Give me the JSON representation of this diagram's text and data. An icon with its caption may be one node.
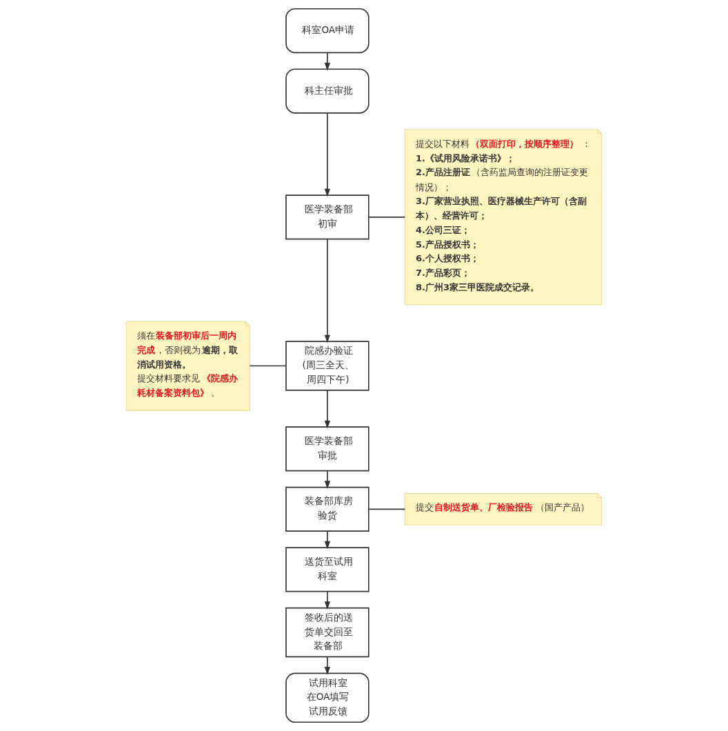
{
  "diagram": {
    "nodes": [
      {
        "text": [
          "科室OA申请"
        ]
      },
      {
        "text": [
          "科主任审批"
        ]
      },
      {
        "text": [
          "医学装备部初审"
        ]
      },
      {
        "text": [
          "院感办验证(周三全天、周四下午)"
        ]
      },
      {
        "text": [
          "医学装备部审批"
        ]
      },
      {
        "text": [
          "装备部库房验货"
        ]
      },
      {
        "text": [
          "送货至试用科室"
        ]
      },
      {
        "text": [
          "签收后的送货单交回至装备部"
        ]
      },
      {
        "text": [
          "试用科室在OA填写试用反馈"
        ]
      },
      {
        "text": [
          "提交以下材料**（双面打印，按顺序整理）**：",
          "1.《试用风险承诺书》；",
          "**2.产品注册证**（含药监局查询的注册证变更情况）；",
          "3.厂家营业执照、医疗器械生产许可（含副本）、经营许可；",
          "4.公司三证；",
          "5.产品授权书；",
          "6.个人授权书；",
          "7.产品彩页；",
          "8.广州3家三甲医院成交记录。"
        ]
      },
      {
        "text": [
          "须在**装备部初审后一周内完成**，否则视为**逾期，取消试用资格。**",
          "提交材料要求见**《院感办耗材备案资料包》**。"
        ]
      },
      {
        "text": [
          "提交**自制送货单、厂检验报告**（国产产品）"
        ]
      }
    ],
    "edges": [
      {
        "from": 0,
        "to": 1,
        "arrow": "to"
      },
      {
        "from": 1,
        "to": 2,
        "arrow": "to"
      },
      {
        "from": 2,
        "to": 3,
        "arrow": "to"
      },
      {
        "from": 3,
        "to": 4,
        "arrow": "to"
      },
      {
        "from": 4,
        "to": 5,
        "arrow": "to"
      },
      {
        "from": 5,
        "to": 6,
        "arrow": "to"
      },
      {
        "from": 6,
        "to": 7,
        "arrow": "to"
      },
      {
        "from": 7,
        "to": 8,
        "arrow": "to"
      },
      {
        "from": 2,
        "to": 9,
        "arrow": "none"
      },
      {
        "from": 10,
        "to": 3,
        "arrow": "none"
      },
      {
        "from": 5,
        "to": 11,
        "arrow": "none"
      }
    ]
  }
}
